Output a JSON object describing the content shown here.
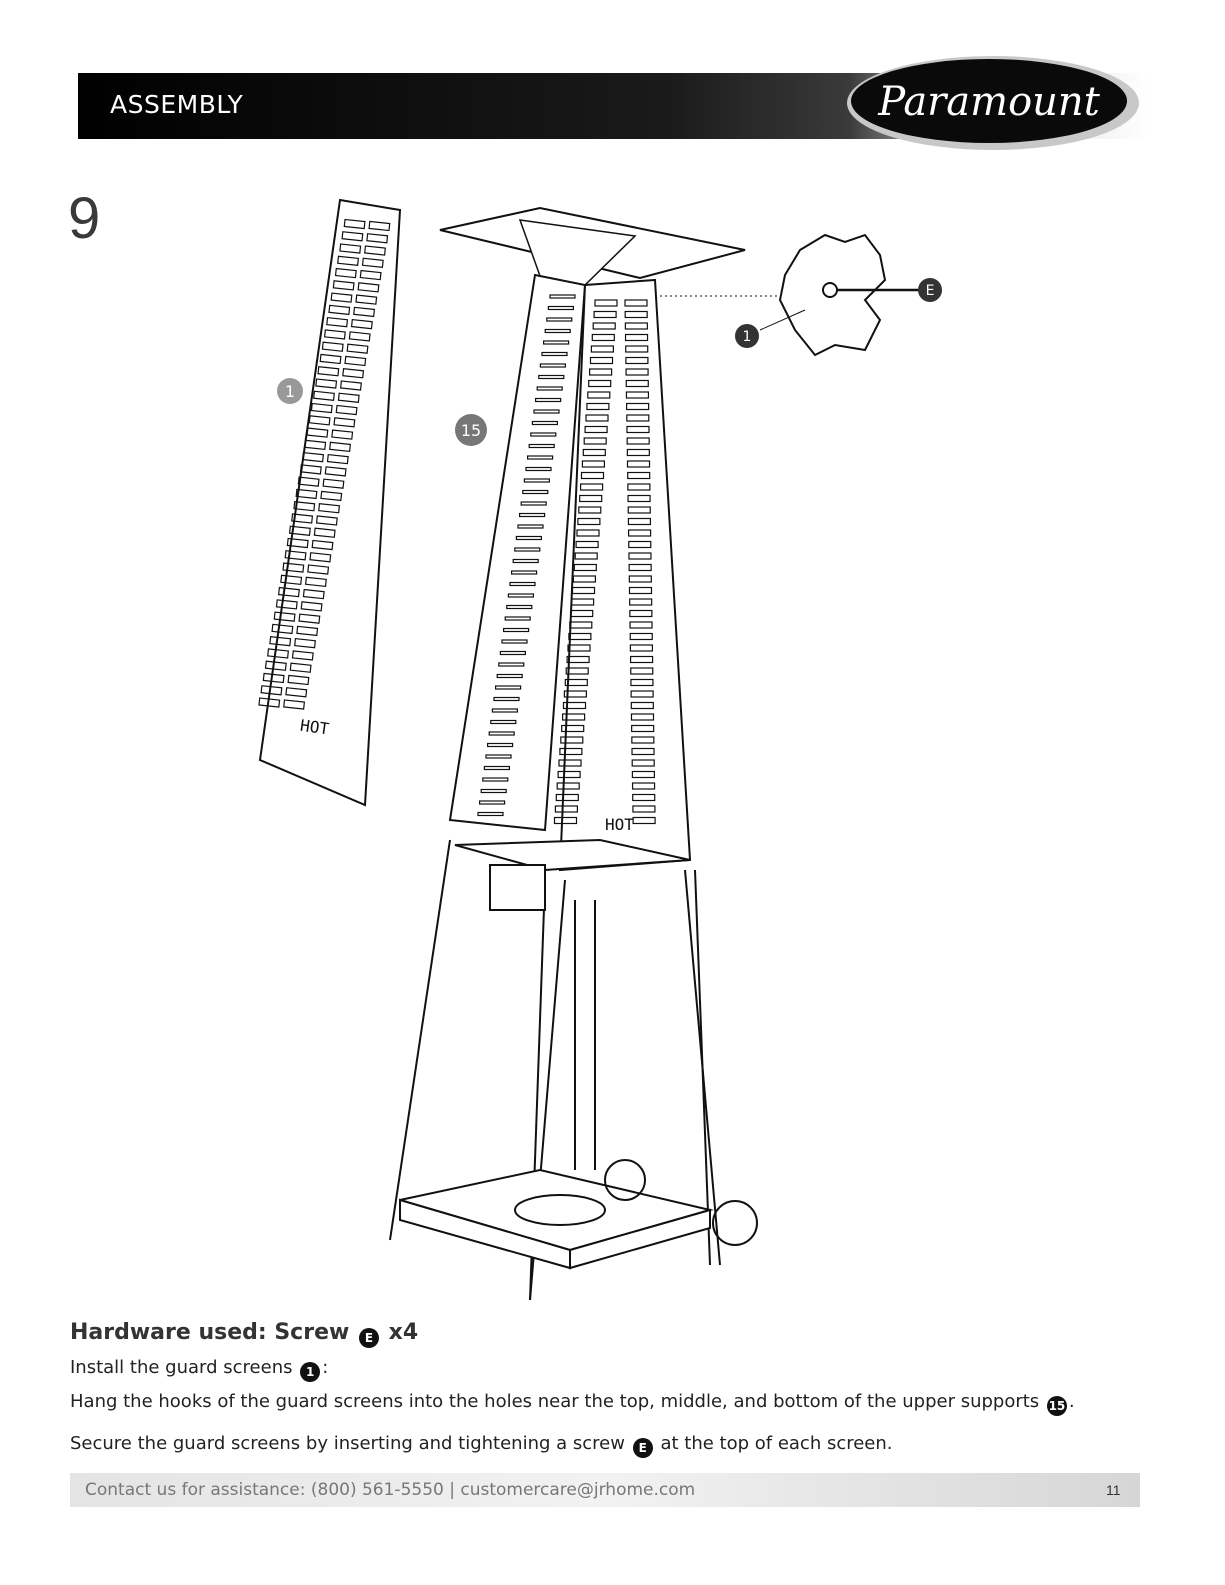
{
  "header": {
    "title": "ASSEMBLY",
    "brand": "Paramount"
  },
  "step": {
    "number": "9"
  },
  "callouts": {
    "guard_screen": "1",
    "upper_support": "15",
    "screw": "E"
  },
  "illustration": {
    "screen_label": "HOT"
  },
  "instructions": {
    "hardware_prefix": "Hardware used: Screw",
    "hardware_suffix": "x4",
    "line1_prefix": "Install the guard screens",
    "line1_suffix": ":",
    "line2_prefix": "Hang the hooks of the guard screens into the holes near the top, middle, and bottom of the upper supports",
    "line2_suffix": ".",
    "line3_prefix": "Secure the guard screens by inserting and tightening a screw",
    "line3_suffix": "at the top of each screen."
  },
  "footer": {
    "contact": "Contact us for assistance:  (800) 561-5550  |  customercare@jrhome.com",
    "page": "11"
  }
}
